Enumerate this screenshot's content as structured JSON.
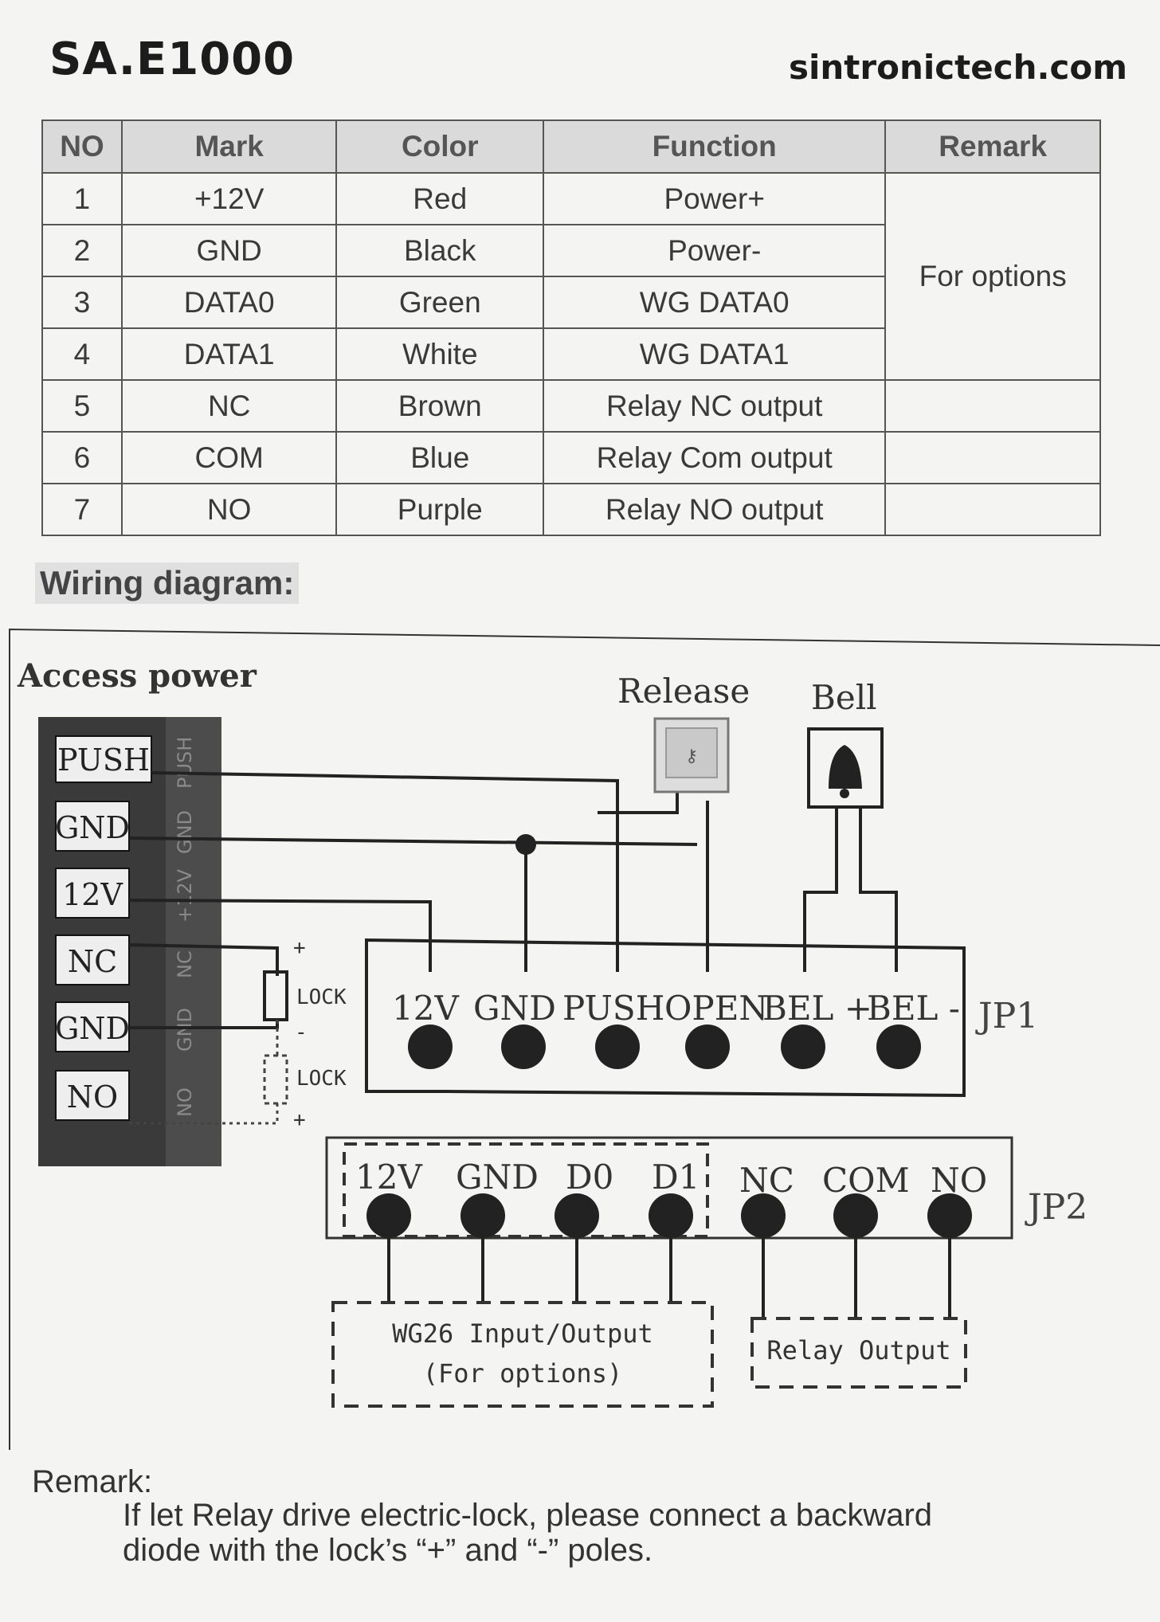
{
  "header": {
    "title": "SA.E1000",
    "website": "sintronictech.com"
  },
  "table": {
    "headers": [
      "NO",
      "Mark",
      "Color",
      "Function",
      "Remark"
    ],
    "rows": [
      {
        "no": "1",
        "mark": "+12V",
        "color": "Red",
        "function": "Power+"
      },
      {
        "no": "2",
        "mark": "GND",
        "color": "Black",
        "function": "Power-"
      },
      {
        "no": "3",
        "mark": "DATA0",
        "color": "Green",
        "function": "WG DATA0"
      },
      {
        "no": "4",
        "mark": "DATA1",
        "color": "White",
        "function": "WG DATA1"
      },
      {
        "no": "5",
        "mark": "NC",
        "color": "Brown",
        "function": "Relay NC output"
      },
      {
        "no": "6",
        "mark": "COM",
        "color": "Blue",
        "function": "Relay Com output"
      },
      {
        "no": "7",
        "mark": "NO",
        "color": "Purple",
        "function": "Relay NO output"
      }
    ],
    "remark_merged": "For options"
  },
  "wiring_heading": "Wiring diagram:",
  "diagram": {
    "access_power_title": "Access power",
    "terminals": [
      "PUSH",
      "GND",
      "12V",
      "NC",
      "GND",
      "NO"
    ],
    "side_labels": [
      "PUSH",
      "GND",
      "+12V",
      "NC",
      "GND",
      "NO"
    ],
    "lock_label": "LOCK",
    "plus": "+",
    "minus": "-",
    "release_label": "Release",
    "bell_label": "Bell",
    "jp1_label": "JP1",
    "jp1_pins": [
      "12V",
      "GND",
      "PUSH",
      "OPEN",
      "BEL +",
      "BEL -"
    ],
    "jp2_label": "JP2",
    "jp2_pins": [
      "12V",
      "GND",
      "D0",
      "D1",
      "NC",
      "COM",
      "NO"
    ],
    "wg26_line1": "WG26 Input/Output",
    "wg26_line2": "(For options)",
    "relay_output": "Relay Output"
  },
  "remark": {
    "heading": "Remark:",
    "text": "If let Relay drive electric-lock, please connect a backward diode with the lock’s “+” and “-” poles."
  },
  "colors": {
    "paper": "#f4f4f2",
    "ink": "#1c1c1c",
    "terminal_block": "#3a3a3a",
    "header_fill": "#dadada"
  }
}
